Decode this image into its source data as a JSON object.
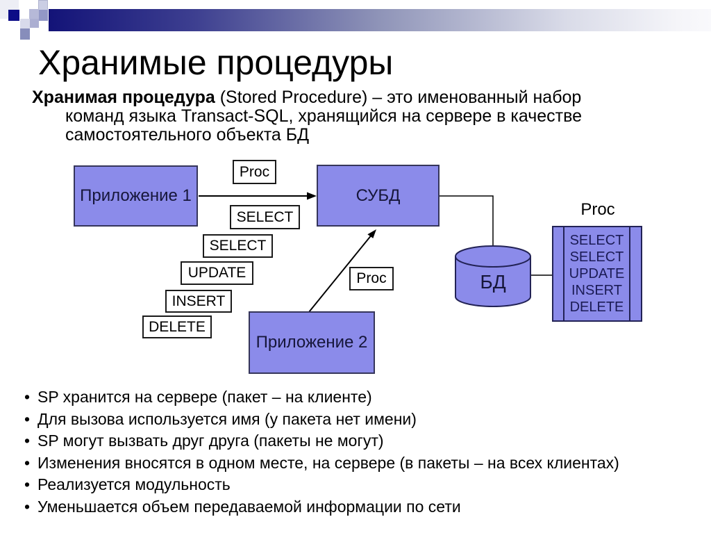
{
  "title": "Хранимые процедуры",
  "definition": {
    "term": "Хранимая процедура",
    "line1_rest": " (Stored Procedure) – это именованный набор",
    "line2": "команд языка Transact-SQL, хранящийся на сервере в качестве",
    "line3": "самостоятельного объекта БД"
  },
  "diagram": {
    "app1_label": "Приложение 1",
    "app2_label": "Приложение 2",
    "dbms_label": "СУБД",
    "db_label": "БД",
    "proc_box_top_label": "Proc",
    "proc_box_mid_label": "Proc",
    "proc_title_label": "Proc",
    "sql_command_boxes": [
      "SELECT",
      "SELECT",
      "UPDATE",
      "INSERT",
      "DELETE"
    ],
    "proc_body_lines": [
      "SELECT",
      "SELECT",
      "UPDATE",
      "INSERT",
      "DELETE"
    ]
  },
  "bullets": [
    "SP хранится на сервере (пакет – на клиенте)",
    "Для вызова используется имя (у пакета нет имени)",
    "SP могут вызвать друг друга (пакеты не могут)",
    "Изменения вносятся в одном месте, на сервере (в пакеты – на всех клиентах)",
    "Реализуется модульность",
    "Уменьшается объем передаваемой информации по сети"
  ],
  "colors": {
    "box_fill": "#8b8bea",
    "box_border": "#35355a",
    "bar_navy": "#131378",
    "mosaic_navy": "#0d0d87",
    "proc_text_navy": "#1b1b55"
  }
}
